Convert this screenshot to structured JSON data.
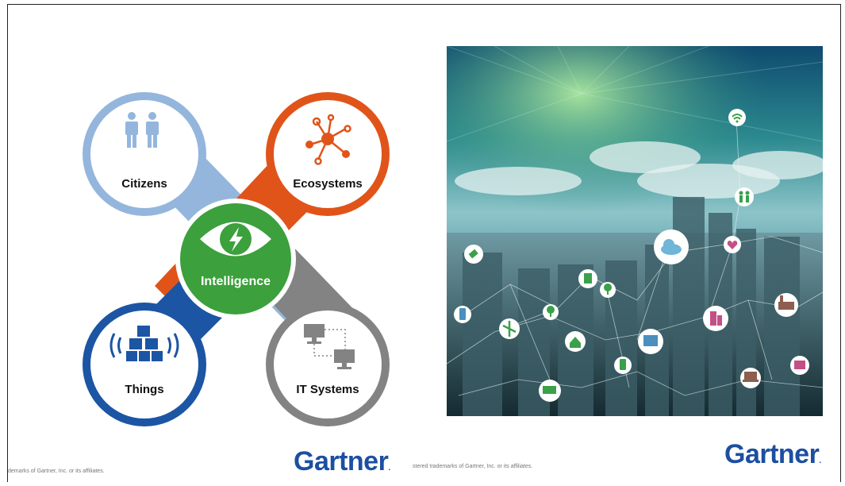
{
  "diagram": {
    "nodes": {
      "citizens": "Citizens",
      "ecosystems": "Ecosystems",
      "things": "Things",
      "it_systems": "IT Systems",
      "intelligence": "Intelligence"
    },
    "colors": {
      "citizens": "#94b6dd",
      "ecosystems": "#e0541a",
      "things": "#1c55a3",
      "it_systems": "#838383",
      "intelligence": "#3ca03c"
    },
    "icons": [
      "people-icon",
      "network-hub-icon",
      "iot-cubes-icon",
      "connected-monitors-icon",
      "eye-lightning-icon"
    ]
  },
  "photo": {
    "icons": [
      "wifi-icon",
      "people-icon",
      "cloud-icon",
      "heart-icon",
      "factory-icon",
      "building-icon",
      "satellite-icon",
      "home-icon",
      "solar-panel-icon",
      "laptop-icon",
      "phone-icon",
      "truck-icon",
      "bus-icon",
      "windmill-icon",
      "tree-icon"
    ]
  },
  "footer": {
    "left_text": "demarks of Gartner, Inc. or its affiliates.",
    "middle_text": "stered trademarks of Gartner, Inc. or its affiliates.",
    "logo_left": "Gartner",
    "logo_right": "Gartner",
    "logo_dot": "."
  }
}
